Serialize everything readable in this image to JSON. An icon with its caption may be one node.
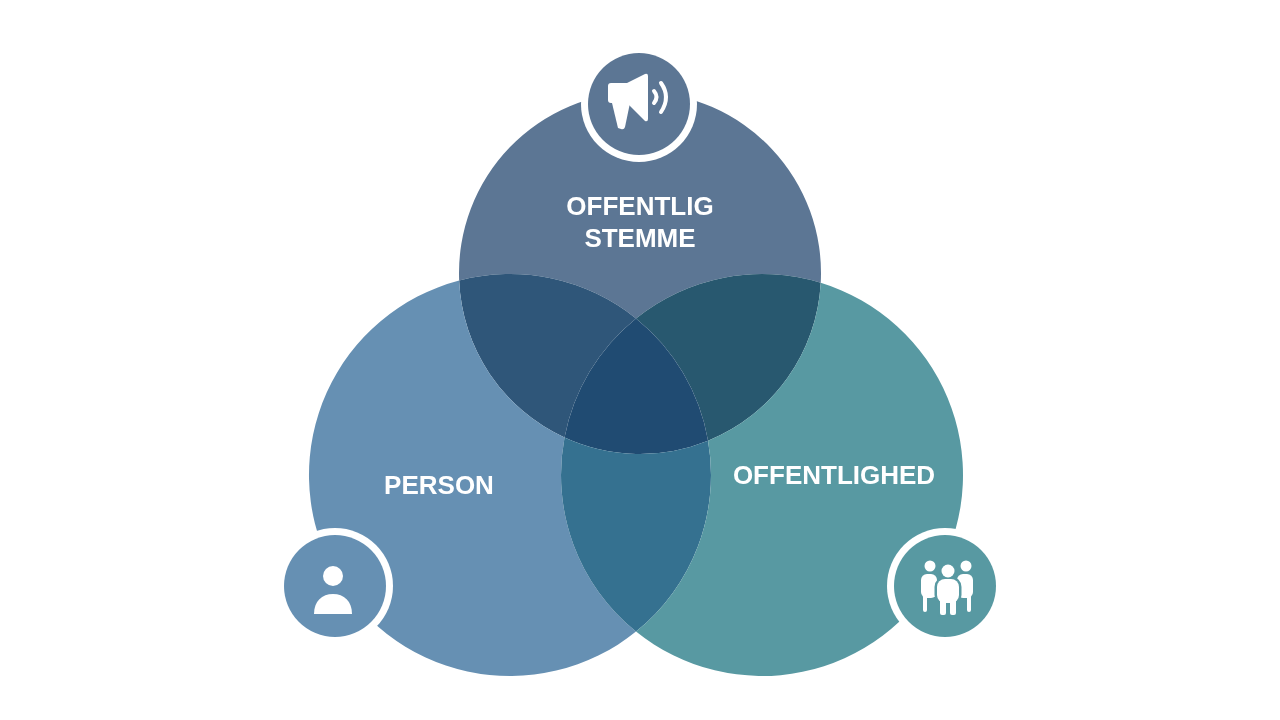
{
  "diagram": {
    "nodes": [
      {
        "text": [
          "OFFENTLIG STEMME"
        ]
      },
      {
        "text": [
          "PERSON"
        ]
      },
      {
        "text": [
          "OFFENTLIGHED"
        ]
      }
    ]
  }
}
